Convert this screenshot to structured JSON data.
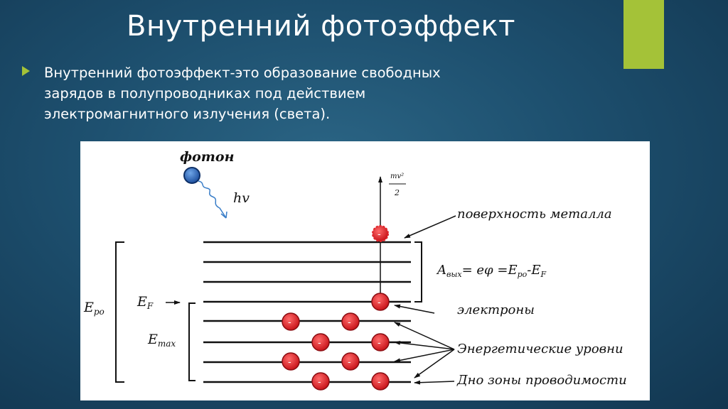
{
  "slide": {
    "title": "Внутренний фотоэффект",
    "bullet_lines": [
      "Внутренний фотоэффект-это образование свободных",
      "зарядов в полупроводниках под действием",
      "электромагнитного излучения (света)."
    ],
    "accent_color": "#a4c238"
  },
  "diagram": {
    "photon_label": "фотон",
    "hv_label": "hv",
    "kinetic_numerator": "mv²",
    "kinetic_denominator": "2",
    "surface_label": "поверхность металла",
    "work_function_formula": "A",
    "work_function_sub": "вых",
    "work_function_rest": "= eφ =E",
    "work_function_sub2": "po",
    "work_function_minus": "-E",
    "work_function_sub3": "F",
    "electrons_label": "электроны",
    "levels_label": "Энергетические уровни",
    "bottom_label": "Дно зоны проводимости",
    "epo_main": "E",
    "epo_sub": "po",
    "ef_main": "E",
    "ef_sub": "F",
    "emax_main": "E",
    "emax_sub": "max",
    "electron_sign": "-",
    "electron_color": "#e0242a",
    "photon_color": "#2f6fc0"
  }
}
